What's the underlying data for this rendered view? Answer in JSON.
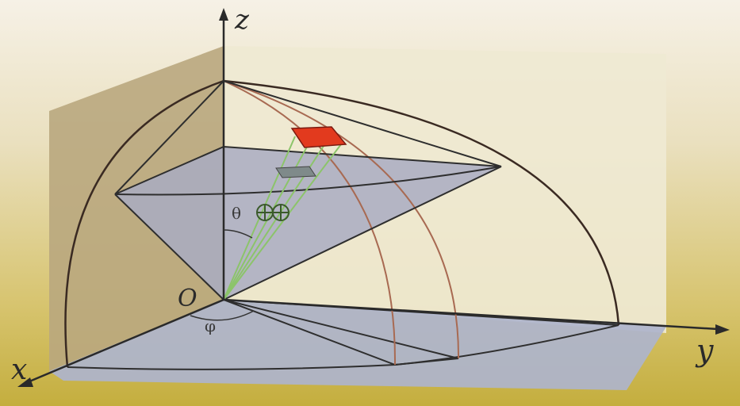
{
  "labels": {
    "z_axis": "z",
    "y_axis": "y",
    "x_axis": "x",
    "origin": "O",
    "theta": "θ",
    "phi": "φ"
  },
  "colors": {
    "background_top": "#f3ede0",
    "background_bottom": "#c8b24a",
    "back_wall": "#efe9d3",
    "side_wall": "#b9a77e",
    "floor": "#aeb4cc",
    "cone_fill": "#a9abc2",
    "sphere_arc": "#3a2a22",
    "meridian": "#a86a52",
    "green_line": "#8cc46a",
    "red_patch": "#e23a1e",
    "gray_patch": "#7f8a8a"
  }
}
